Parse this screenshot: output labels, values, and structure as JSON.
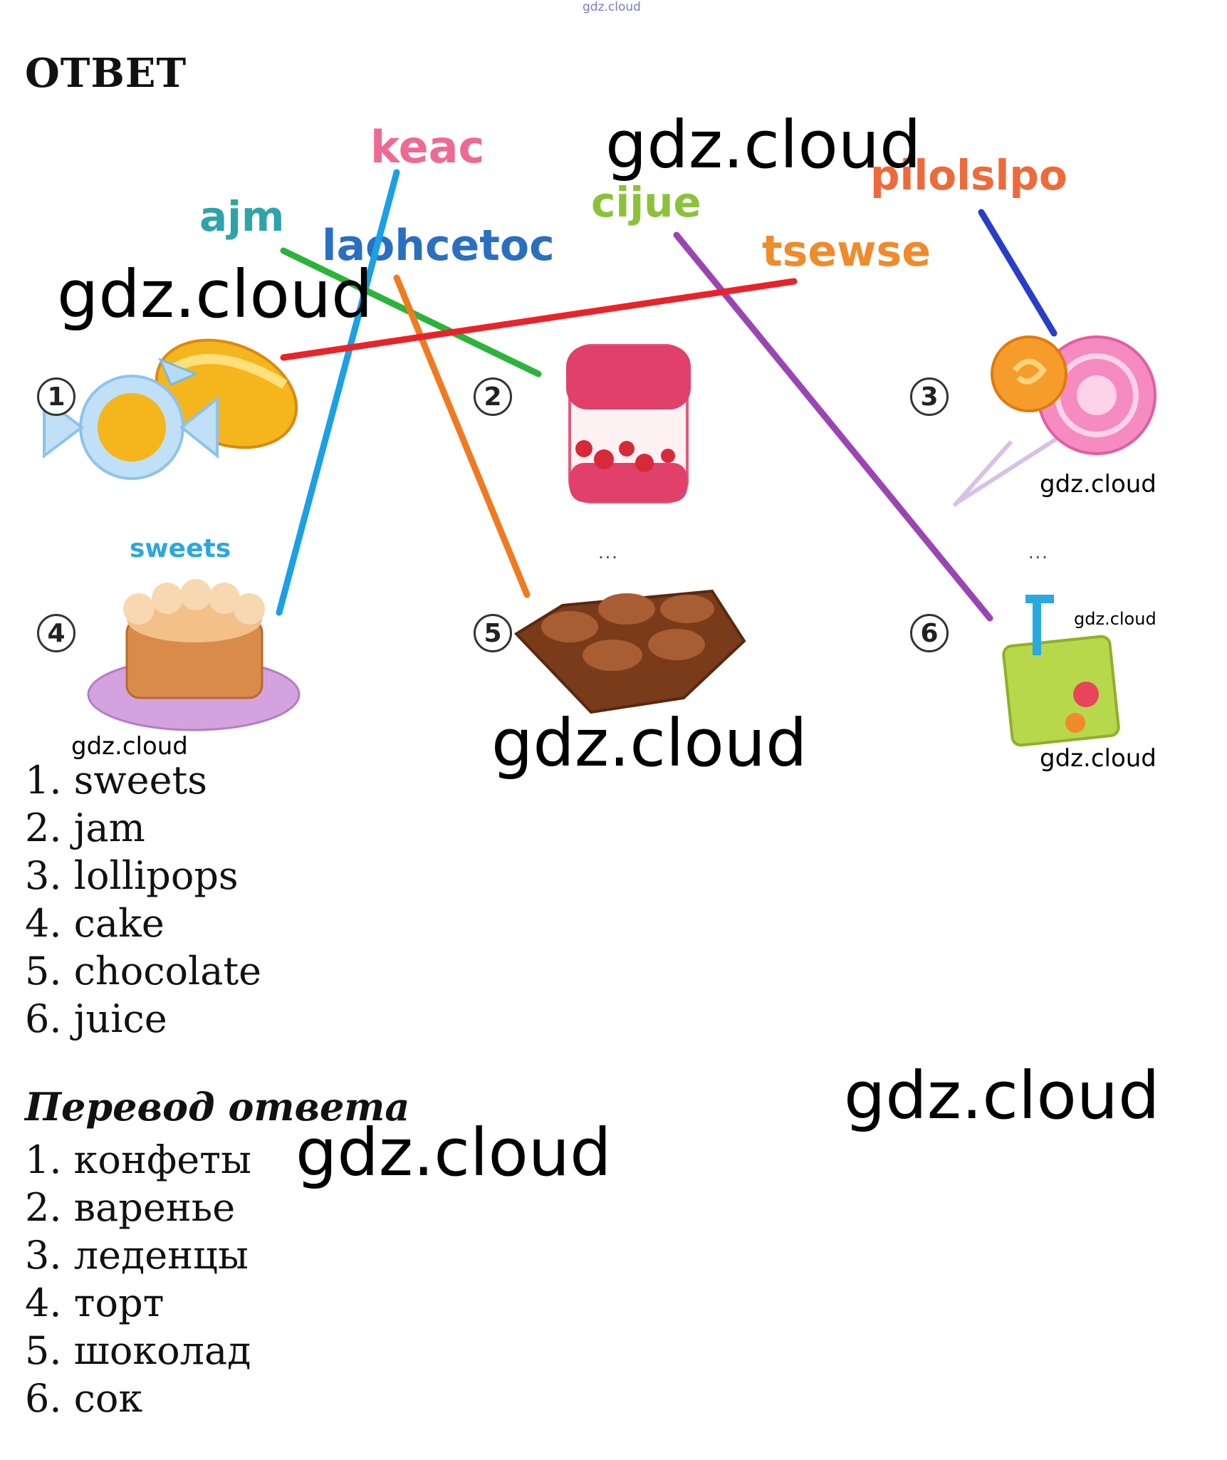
{
  "header_watermark": "gdz.cloud",
  "title": "ОТВЕТ",
  "watermarks": [
    "gdz.cloud",
    "gdz.cloud",
    "gdz.cloud",
    "gdz.cloud",
    "gdz.cloud",
    "gdz.cloud",
    "gdz.cloud",
    "gdz.cloud"
  ],
  "puzzle_words": {
    "keac": "keac",
    "ajm": "ajm",
    "laohcetoc": "laohcetoc",
    "cijue": "cijue",
    "pilolslpo": "pilolslpo",
    "tsewse": "tsewse",
    "sweets": "sweets"
  },
  "item_numbers": [
    "1",
    "2",
    "3",
    "4",
    "5",
    "6"
  ],
  "placeholder_dots": "...",
  "colors": {
    "keac": "#ee6a93",
    "ajm": "#2fa3a8",
    "laohcetoc": "#2a6fc0",
    "cijue": "#8cc23a",
    "pilolslpo": "#ee6a3a",
    "tsewse": "#f08a2a",
    "sweets": "#2aa7e0",
    "line_keac": "#1aa0e6",
    "line_ajm": "#2bb33a",
    "line_laohcetoc": "#f07a20",
    "line_cijue": "#9b45b5",
    "line_pilolslpo": "#2a3dc8",
    "line_tsewse": "#e8242a"
  },
  "answers": [
    "1. sweets",
    "2. jam",
    "3. lollipops",
    "4. cake",
    "5. chocolate",
    "6. juice"
  ],
  "translation_title": "Перевод ответа",
  "translations": [
    "1. конфеты",
    "2. варенье",
    "3. леденцы",
    "4. торт",
    "5. шоколад",
    "6. сок"
  ]
}
